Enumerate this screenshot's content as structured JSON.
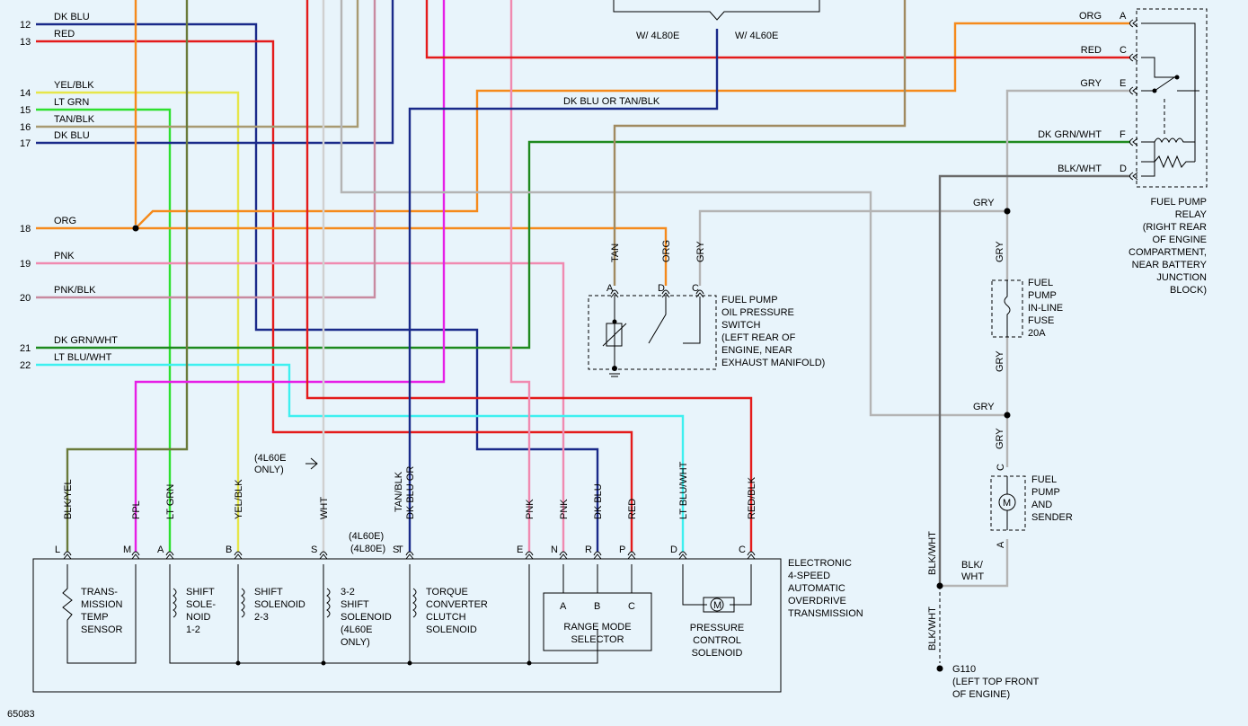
{
  "colors": {
    "dk_blu": "#1a2a8a",
    "red": "#e41b1b",
    "yel_blk": "#e6e64a",
    "lt_grn": "#2ee02e",
    "tan_blk": "#a89a72",
    "org": "#f58a1c",
    "pnk": "#f08ab0",
    "pnk_blk": "#c88aa0",
    "dk_grn_wht": "#1e8a1e",
    "lt_blu_wht": "#3ef0f0",
    "ppl": "#e61ee6",
    "wht": "#d0d0d0",
    "tan": "#a08a60",
    "gry": "#b4b4b4",
    "olive": "#6a7a3a",
    "blk_wht": "#6a6a6a",
    "yel": "#e0e05a"
  },
  "left_wires": [
    {
      "num": "12",
      "label": "DK BLU"
    },
    {
      "num": "13",
      "label": "RED"
    },
    {
      "num": "14",
      "label": "YEL/BLK"
    },
    {
      "num": "15",
      "label": "LT GRN"
    },
    {
      "num": "16",
      "label": "TAN/BLK"
    },
    {
      "num": "17",
      "label": "DK BLU"
    },
    {
      "num": "18",
      "label": "ORG"
    },
    {
      "num": "19",
      "label": "PNK"
    },
    {
      "num": "20",
      "label": "PNK/BLK"
    },
    {
      "num": "21",
      "label": "DK GRN/WHT"
    },
    {
      "num": "22",
      "label": "LT BLU/WHT"
    }
  ],
  "top_labels": {
    "w_4l80e": "W/ 4L80E",
    "w_4l60e": "W/ 4L60E",
    "dk_blu_or_tan": "DK BLU OR TAN/BLK"
  },
  "relay": {
    "pins": [
      {
        "pin": "A",
        "label": "ORG"
      },
      {
        "pin": "C",
        "label": "RED"
      },
      {
        "pin": "E",
        "label": "GRY"
      },
      {
        "pin": "F",
        "label": "DK GRN/WHT"
      },
      {
        "pin": "D",
        "label": "BLK/WHT"
      }
    ],
    "caption": [
      "FUEL PUMP",
      "RELAY",
      "(RIGHT REAR",
      "OF ENGINE",
      "COMPARTMENT,",
      "NEAR BATTERY",
      "JUNCTION",
      "BLOCK)"
    ]
  },
  "gry_labels": {
    "gry_top": "GRY",
    "gry_mid": "GRY",
    "gry_v1": "GRY",
    "gry_v2": "GRY",
    "gry_v3": "GRY"
  },
  "fuse": {
    "caption": [
      "FUEL",
      "PUMP",
      "IN-LINE",
      "FUSE",
      "20A"
    ]
  },
  "pump": {
    "caption": [
      "FUEL",
      "PUMP",
      "AND",
      "SENDER"
    ],
    "pin_top": "C",
    "pin_bottom": "A",
    "motor": "M"
  },
  "ground": {
    "wire1": "BLK/WHT",
    "wire2": "BLK/WHT",
    "wire3": [
      "BLK/",
      "WHT"
    ],
    "wire4": "BLK/WHT",
    "caption": [
      "G110",
      "(LEFT TOP FRONT",
      "OF ENGINE)"
    ]
  },
  "oil_switch": {
    "wires": [
      "TAN",
      "ORG",
      "GRY"
    ],
    "pins": [
      "A",
      "D",
      "C"
    ],
    "caption": [
      "FUEL PUMP",
      "OIL PRESSURE",
      "SWITCH",
      "(LEFT REAR OF",
      "ENGINE, NEAR",
      "EXHAUST MANIFOLD)"
    ]
  },
  "trans_wires": [
    {
      "label": "BLK/YEL",
      "pin": "L"
    },
    {
      "label": "PPL",
      "pin": "M"
    },
    {
      "label": "LT GRN",
      "pin": "A"
    },
    {
      "label": "YEL/BLK",
      "pin": "B"
    },
    {
      "label": "WHT",
      "pin": "S"
    },
    {
      "label": "DK BLU OR",
      "pin": "T"
    },
    {
      "label": "PNK",
      "pin": "E"
    },
    {
      "label": "PNK",
      "pin": "N"
    },
    {
      "label": "DK BLU",
      "pin": "R"
    },
    {
      "label": "RED",
      "pin": "P"
    },
    {
      "label": "LT BLU/WHT",
      "pin": "D"
    },
    {
      "label": "RED/BLK",
      "pin": "C"
    }
  ],
  "trans_extra": {
    "tan_blk": "TAN/BLK",
    "note_4l60e": "(4L60E)",
    "note_4l80e": "(4L80E)",
    "pin_s": "S",
    "only_note": [
      "(4L60E",
      "ONLY)"
    ]
  },
  "components": {
    "temp": [
      "TRANS-",
      "MISSION",
      "TEMP",
      "SENSOR"
    ],
    "sol12": [
      "SHIFT",
      "SOLE-",
      "NOID",
      "1-2"
    ],
    "sol23": [
      "SHIFT",
      "SOLENOID",
      "2-3"
    ],
    "sol32": [
      "3-2",
      "SHIFT",
      "SOLENOID",
      "(4L60E",
      "ONLY)"
    ],
    "tcc": [
      "TORQUE",
      "CONVERTER",
      "CLUTCH",
      "SOLENOID"
    ],
    "range": {
      "pins": [
        "A",
        "B",
        "C"
      ],
      "caption": [
        "RANGE MODE",
        "SELECTOR"
      ]
    },
    "pcs": [
      "PRESSURE",
      "CONTROL",
      "SOLENOID"
    ],
    "motor_m": "M"
  },
  "transmission_caption": [
    "ELECTRONIC",
    "4-SPEED",
    "AUTOMATIC",
    "OVERDRIVE",
    "TRANSMISSION"
  ],
  "figure_id": "65083"
}
